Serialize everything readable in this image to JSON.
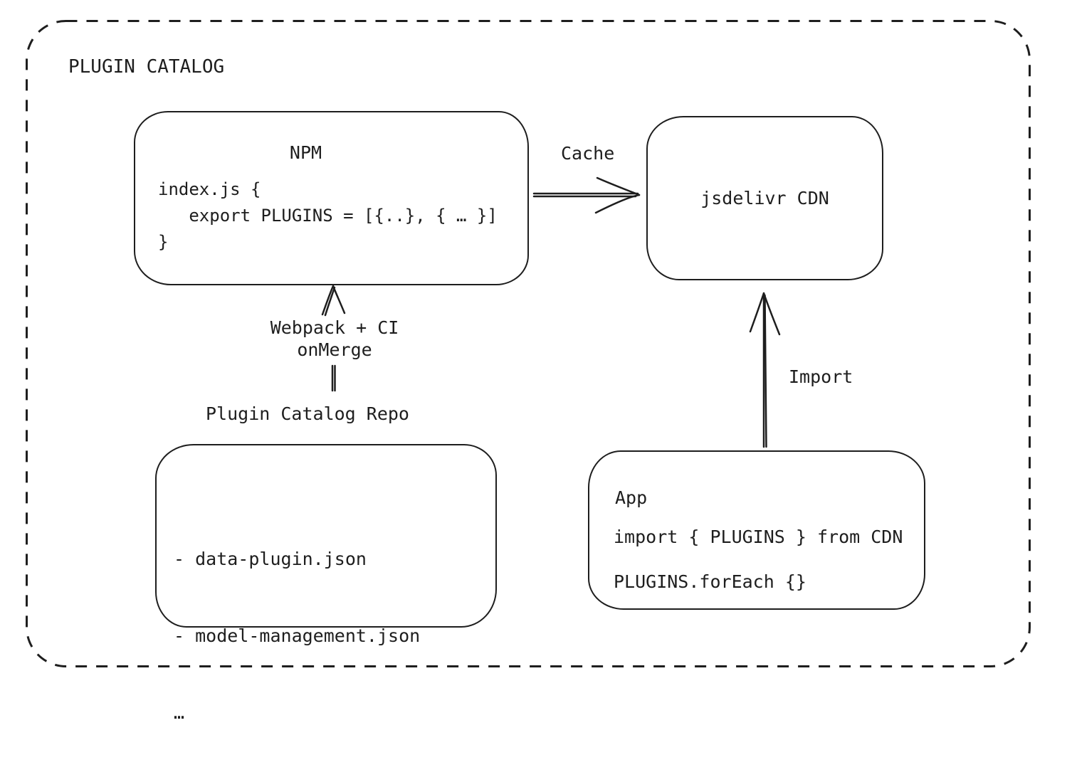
{
  "frame": {
    "title": "PLUGIN CATALOG"
  },
  "colors": {
    "stroke": "#1e1e1e",
    "background": "#ffffff"
  },
  "nodes": {
    "npm": {
      "title": "NPM",
      "code": "index.js {\n   export PLUGINS = [{..}, { … }]\n}"
    },
    "cdn": {
      "title": "jsdelivr CDN"
    },
    "repo": {
      "label": "Plugin Catalog Repo",
      "items": [
        "- data-plugin.json",
        "- model-management.json",
        "…"
      ]
    },
    "app": {
      "title": "App",
      "code_lines": [
        "import { PLUGINS } from CDN",
        "PLUGINS.forEach {}"
      ]
    }
  },
  "edges": {
    "cache": {
      "label": "Cache"
    },
    "webpack_ci": {
      "line1": "Webpack + CI",
      "line2": "onMerge"
    },
    "import": {
      "label": "Import"
    }
  }
}
